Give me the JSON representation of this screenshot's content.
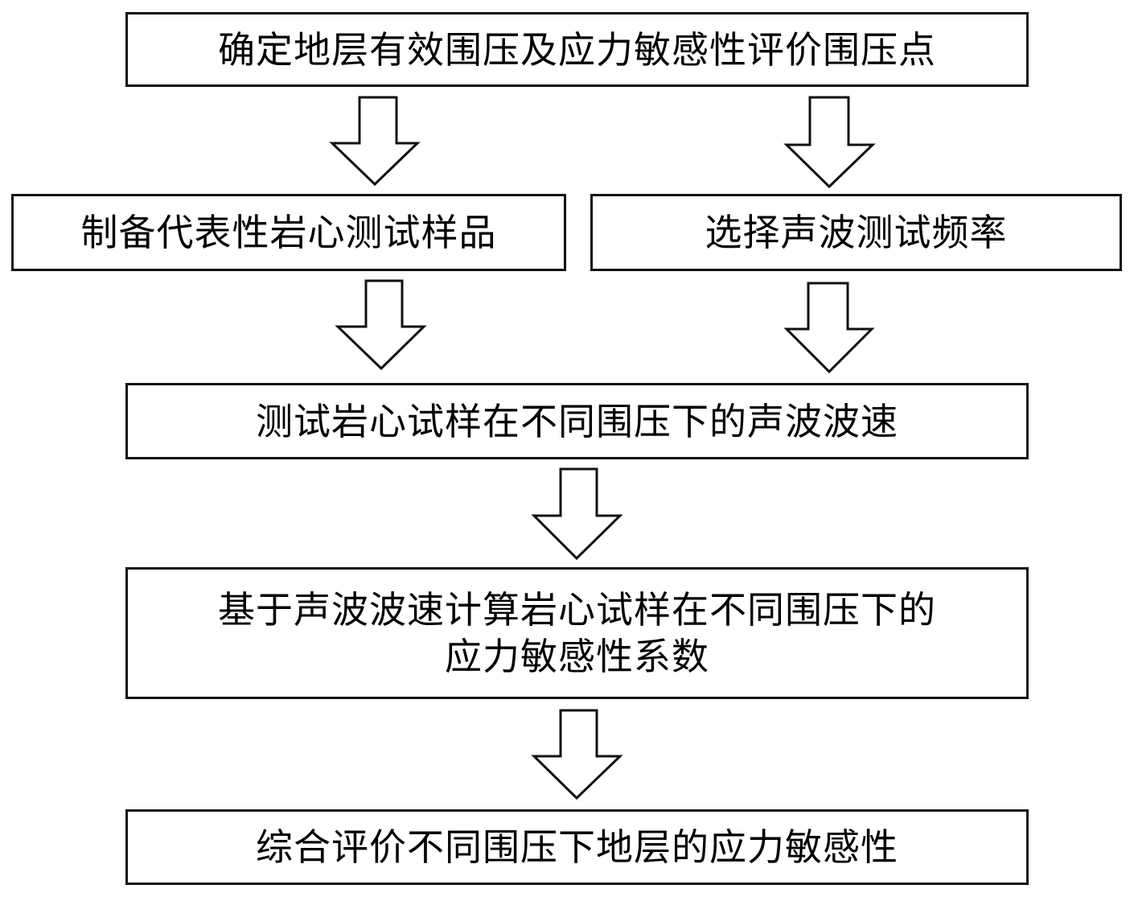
{
  "diagram": {
    "type": "flowchart",
    "steps": [
      {
        "id": "step1",
        "label": "确定地层有效围压及应力敏感性评价围压点"
      },
      {
        "id": "step2a",
        "label": "制备代表性岩心测试样品"
      },
      {
        "id": "step2b",
        "label": "选择声波测试频率"
      },
      {
        "id": "step3",
        "label": "测试岩心试样在不同围压下的声波波速"
      },
      {
        "id": "step4",
        "label": "基于声波波速计算岩心试样在不同围压下的应力敏感性系数"
      },
      {
        "id": "step5",
        "label": "综合评价不同围压下地层的应力敏感性"
      }
    ],
    "step4_lines": [
      "基于声波波速计算岩心试样在不同围压下的",
      "应力敏感性系数"
    ],
    "connections": [
      {
        "from": "step1",
        "to": "step2a"
      },
      {
        "from": "step1",
        "to": "step2b"
      },
      {
        "from": "step2a",
        "to": "step3"
      },
      {
        "from": "step2b",
        "to": "step3"
      },
      {
        "from": "step3",
        "to": "step4"
      },
      {
        "from": "step4",
        "to": "step5"
      }
    ]
  }
}
